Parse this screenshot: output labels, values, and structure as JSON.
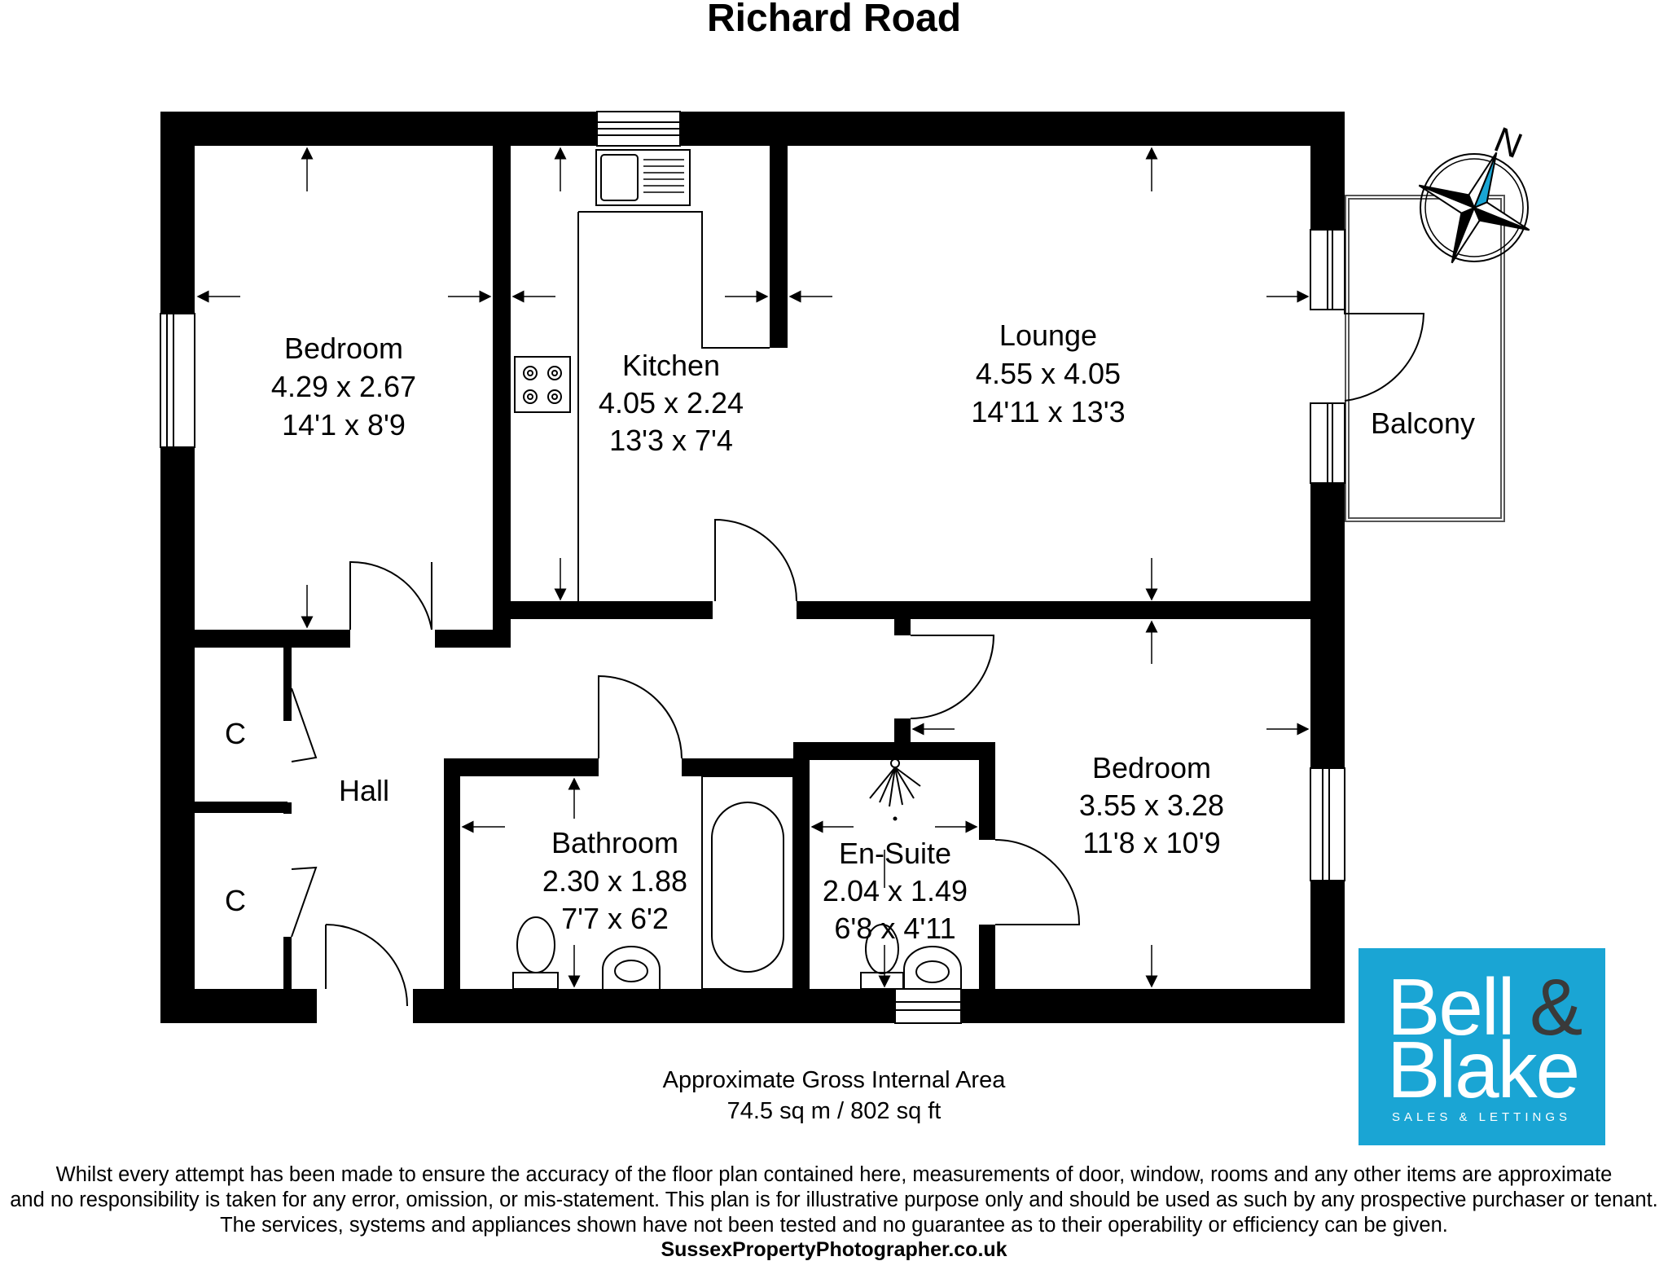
{
  "title": "Richard Road",
  "rooms": {
    "bedroom1": {
      "name": "Bedroom",
      "metric": "4.29 x 2.67",
      "imperial": "14'1 x 8'9"
    },
    "kitchen": {
      "name": "Kitchen",
      "metric": "4.05 x 2.24",
      "imperial": "13'3 x 7'4"
    },
    "lounge": {
      "name": "Lounge",
      "metric": "4.55 x 4.05",
      "imperial": "14'11 x 13'3"
    },
    "balcony": {
      "name": "Balcony"
    },
    "cupboard1": {
      "name": "C"
    },
    "cupboard2": {
      "name": "C"
    },
    "hall": {
      "name": "Hall"
    },
    "bathroom": {
      "name": "Bathroom",
      "metric": "2.30 x 1.88",
      "imperial": "7'7 x 6'2"
    },
    "ensuite": {
      "name": "En-Suite",
      "metric": "2.04 x 1.49",
      "imperial": "6'8 x 4'11"
    },
    "bedroom2": {
      "name": "Bedroom",
      "metric": "3.55 x 3.28",
      "imperial": "11'8 x 10'9"
    }
  },
  "area": {
    "label": "Approximate Gross Internal Area",
    "value": "74.5 sq m / 802 sq ft"
  },
  "disclaimer": {
    "line1": "Whilst every attempt has been made to ensure the accuracy of the floor plan contained here, measurements of door, window, rooms and any other items are approximate",
    "line2": "and no responsibility is taken for any error, omission, or mis-statement. This plan is for illustrative purpose only and should be used as such by any prospective purchaser or tenant.",
    "line3": "The services, systems and appliances shown have not been tested and no guarantee as to their operability or efficiency can be given.",
    "website": "SussexPropertyPhotographer.co.uk"
  },
  "logo": {
    "line1": "Bell",
    "ampersand": "&",
    "line2": "Blake",
    "tagline": "SALES & LETTINGS",
    "background": "#1aa5d4"
  },
  "compass": {
    "label": "N",
    "icon": "north-compass-icon",
    "accent": "#1aa5d4"
  },
  "colors": {
    "wall": "#000000",
    "background": "#ffffff"
  }
}
